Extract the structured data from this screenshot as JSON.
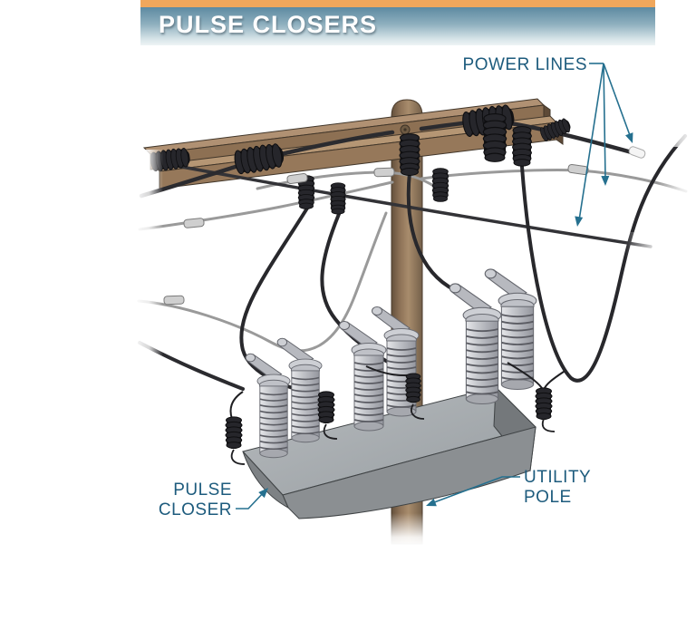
{
  "header": {
    "title": "PULSE CLOSERS"
  },
  "labels": {
    "power_lines": "POWER LINES",
    "pulse_closer": {
      "line1": "PULSE",
      "line2": "CLOSER"
    },
    "utility_pole": {
      "line1": "UTILITY",
      "line2": "POLE"
    }
  },
  "colors": {
    "header_bar": "#f0a75c",
    "header_gradient_top": "#5d8aa1",
    "header_gradient_bottom": "#eef4f5",
    "header_text": "#ffffff",
    "label_text": "#1d5b7d",
    "arrow": "#25708f",
    "pole_wood": "#8a6f55",
    "crossarm_wood": "#8d7053",
    "wire_black": "#2b2b2f",
    "wire_gray": "#9a9a9a",
    "device_gray": "#8b8f92",
    "insulator_black": "#1a1a1d"
  }
}
